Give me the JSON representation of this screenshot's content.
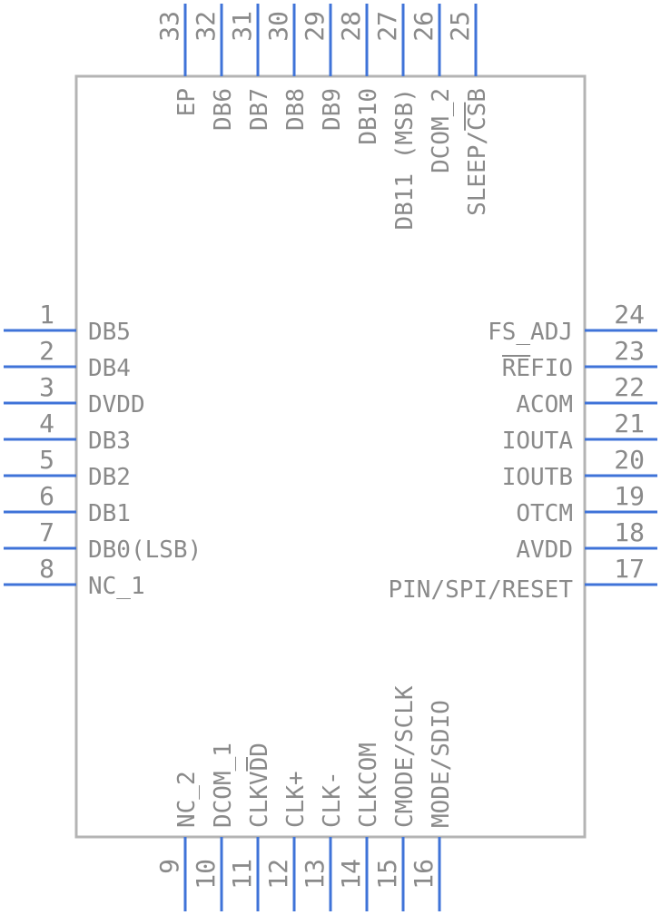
{
  "component": {
    "pins_left": [
      {
        "num": "1",
        "name": "DB5"
      },
      {
        "num": "2",
        "name": "DB4"
      },
      {
        "num": "3",
        "name": "DVDD"
      },
      {
        "num": "4",
        "name": "DB3"
      },
      {
        "num": "5",
        "name": "DB2"
      },
      {
        "num": "6",
        "name": "DB1"
      },
      {
        "num": "7",
        "name": "DB0(LSB)"
      },
      {
        "num": "8",
        "name": "NC_1"
      }
    ],
    "pins_right": [
      {
        "num": "24",
        "name": "FS_ADJ"
      },
      {
        "num": "23",
        "name": "REFIO",
        "overbar": "RE"
      },
      {
        "num": "22",
        "name": "ACOM"
      },
      {
        "num": "21",
        "name": "IOUTA"
      },
      {
        "num": "20",
        "name": "IOUTB"
      },
      {
        "num": "19",
        "name": "OTCM"
      },
      {
        "num": "18",
        "name": "AVDD"
      },
      {
        "num": "17",
        "name": "PIN/SPI/RESET"
      }
    ],
    "pins_top": [
      {
        "num": "33",
        "name": "EP"
      },
      {
        "num": "32",
        "name": "DB6"
      },
      {
        "num": "31",
        "name": "DB7"
      },
      {
        "num": "30",
        "name": "DB8"
      },
      {
        "num": "29",
        "name": "DB9"
      },
      {
        "num": "28",
        "name": "DB10"
      },
      {
        "num": "27",
        "name": "DB11 (MSB)"
      },
      {
        "num": "26",
        "name": "DCOM_2"
      },
      {
        "num": "25",
        "name": "SLEEP/CSB",
        "overbar": "CS"
      }
    ],
    "pins_bottom": [
      {
        "num": "9",
        "name": "NC_2"
      },
      {
        "num": "10",
        "name": "DCOM_1"
      },
      {
        "num": "11",
        "name": "CLKVDD",
        "overbar": "D"
      },
      {
        "num": "12",
        "name": "CLK+"
      },
      {
        "num": "13",
        "name": "CLK-"
      },
      {
        "num": "14",
        "name": "CLKCOM"
      },
      {
        "num": "15",
        "name": "CMODE/SCLK"
      },
      {
        "num": "16",
        "name": "MODE/SDIO"
      }
    ]
  },
  "colors": {
    "pin_line": "#3f73d8",
    "body_outline": "#b4b4b4",
    "text": "#8a8a8a"
  }
}
